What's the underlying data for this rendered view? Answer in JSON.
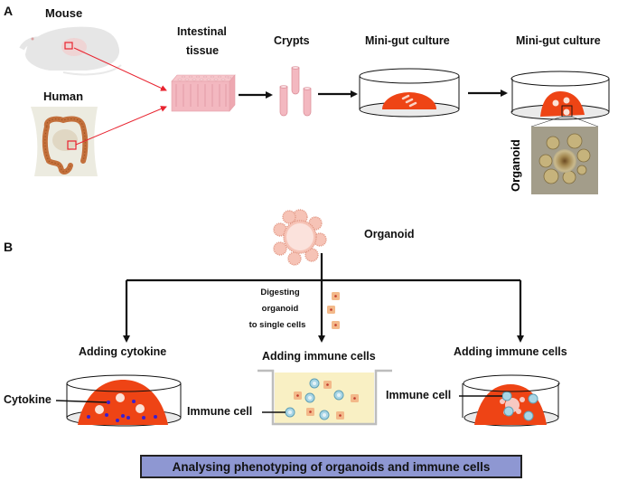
{
  "panel_a": {
    "label": "A",
    "sources": {
      "mouse": "Mouse",
      "human": "Human"
    },
    "steps": {
      "intestinal_line1": "Intestinal",
      "intestinal_line2": "tissue",
      "crypts": "Crypts",
      "minigut_1": "Mini-gut culture",
      "minigut_2": "Mini-gut culture"
    },
    "inset_label": "Organoid"
  },
  "panel_b": {
    "label": "B",
    "organoid": "Organoid",
    "digest": {
      "line1": "Digesting",
      "line2": "organoid",
      "line3": "to single cells"
    },
    "branches": {
      "left_title": "Adding cytokine",
      "left_callout": "Cytokine",
      "middle_title": "Adding immune cells",
      "middle_callout": "Immune cell",
      "right_title": "Adding immune cells",
      "right_callout": "Immune cell"
    },
    "summary": "Analysing phenotyping of organoids and immune cells"
  },
  "colors": {
    "matrigel": "#ee4415",
    "tissue_pink": "#f3b8c0",
    "organoid_pink": "#f7c9c2",
    "summary_box": "#8e97d2",
    "highlight_red": "#e8232f",
    "cytokine_dot": "#3a1fcf",
    "immune_cell": "#a9d6e6",
    "single_cell": "#f3b98a",
    "well_fill": "#f9f0c4"
  }
}
